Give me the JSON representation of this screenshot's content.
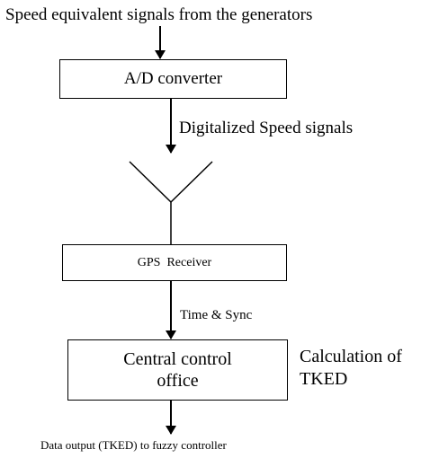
{
  "diagram": {
    "input_label": "Speed equivalent signals from the generators",
    "ad_converter": "A/D converter",
    "digitalized_label": "Digitalized Speed signals",
    "gps_receiver": "GPS  Receiver",
    "time_sync_label": "Time & Sync",
    "central_office_line1": "Central control",
    "central_office_line2": "office",
    "calculation_line1": "Calculation of",
    "calculation_line2": "TKED",
    "output_label": "Data output (TKED) to fuzzy controller"
  }
}
